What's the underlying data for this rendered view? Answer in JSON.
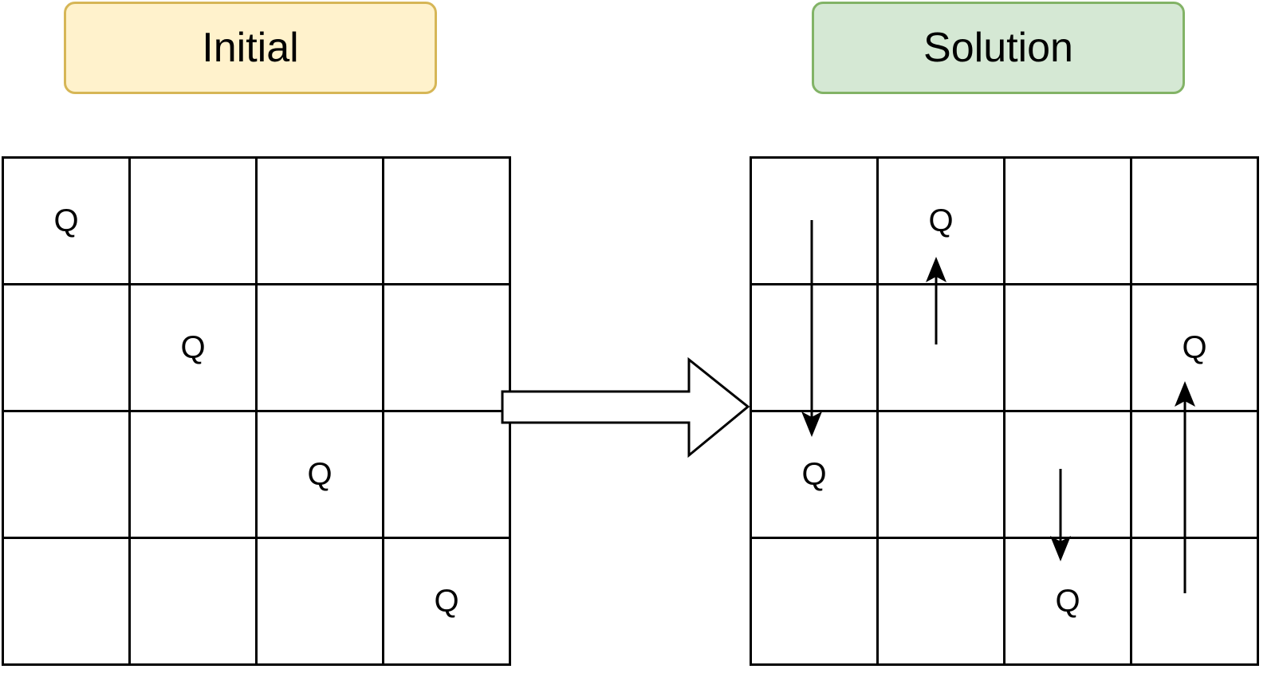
{
  "labels": {
    "initial": "Initial",
    "solution": "Solution"
  },
  "boards": {
    "initial": [
      [
        "Q",
        "",
        "",
        ""
      ],
      [
        "",
        "Q",
        "",
        ""
      ],
      [
        "",
        "",
        "Q",
        ""
      ],
      [
        "",
        "",
        "",
        "Q"
      ]
    ],
    "solution": [
      [
        "",
        "Q",
        "",
        ""
      ],
      [
        "",
        "",
        "",
        "Q"
      ],
      [
        "Q",
        "",
        "",
        ""
      ],
      [
        "",
        "",
        "Q",
        ""
      ]
    ]
  },
  "colors": {
    "initial_fill": "#fff2cc",
    "initial_stroke": "#d6b656",
    "solution_fill": "#d5e8d4",
    "solution_stroke": "#82b366",
    "line": "#000000"
  }
}
